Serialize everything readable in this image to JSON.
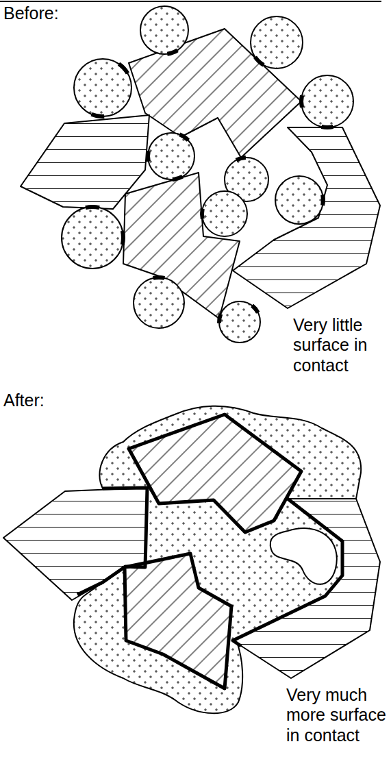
{
  "diagram": {
    "labels": [
      "Before:",
      "Very little surface in contact",
      "After:",
      "Very much more surface in contact"
    ]
  }
}
